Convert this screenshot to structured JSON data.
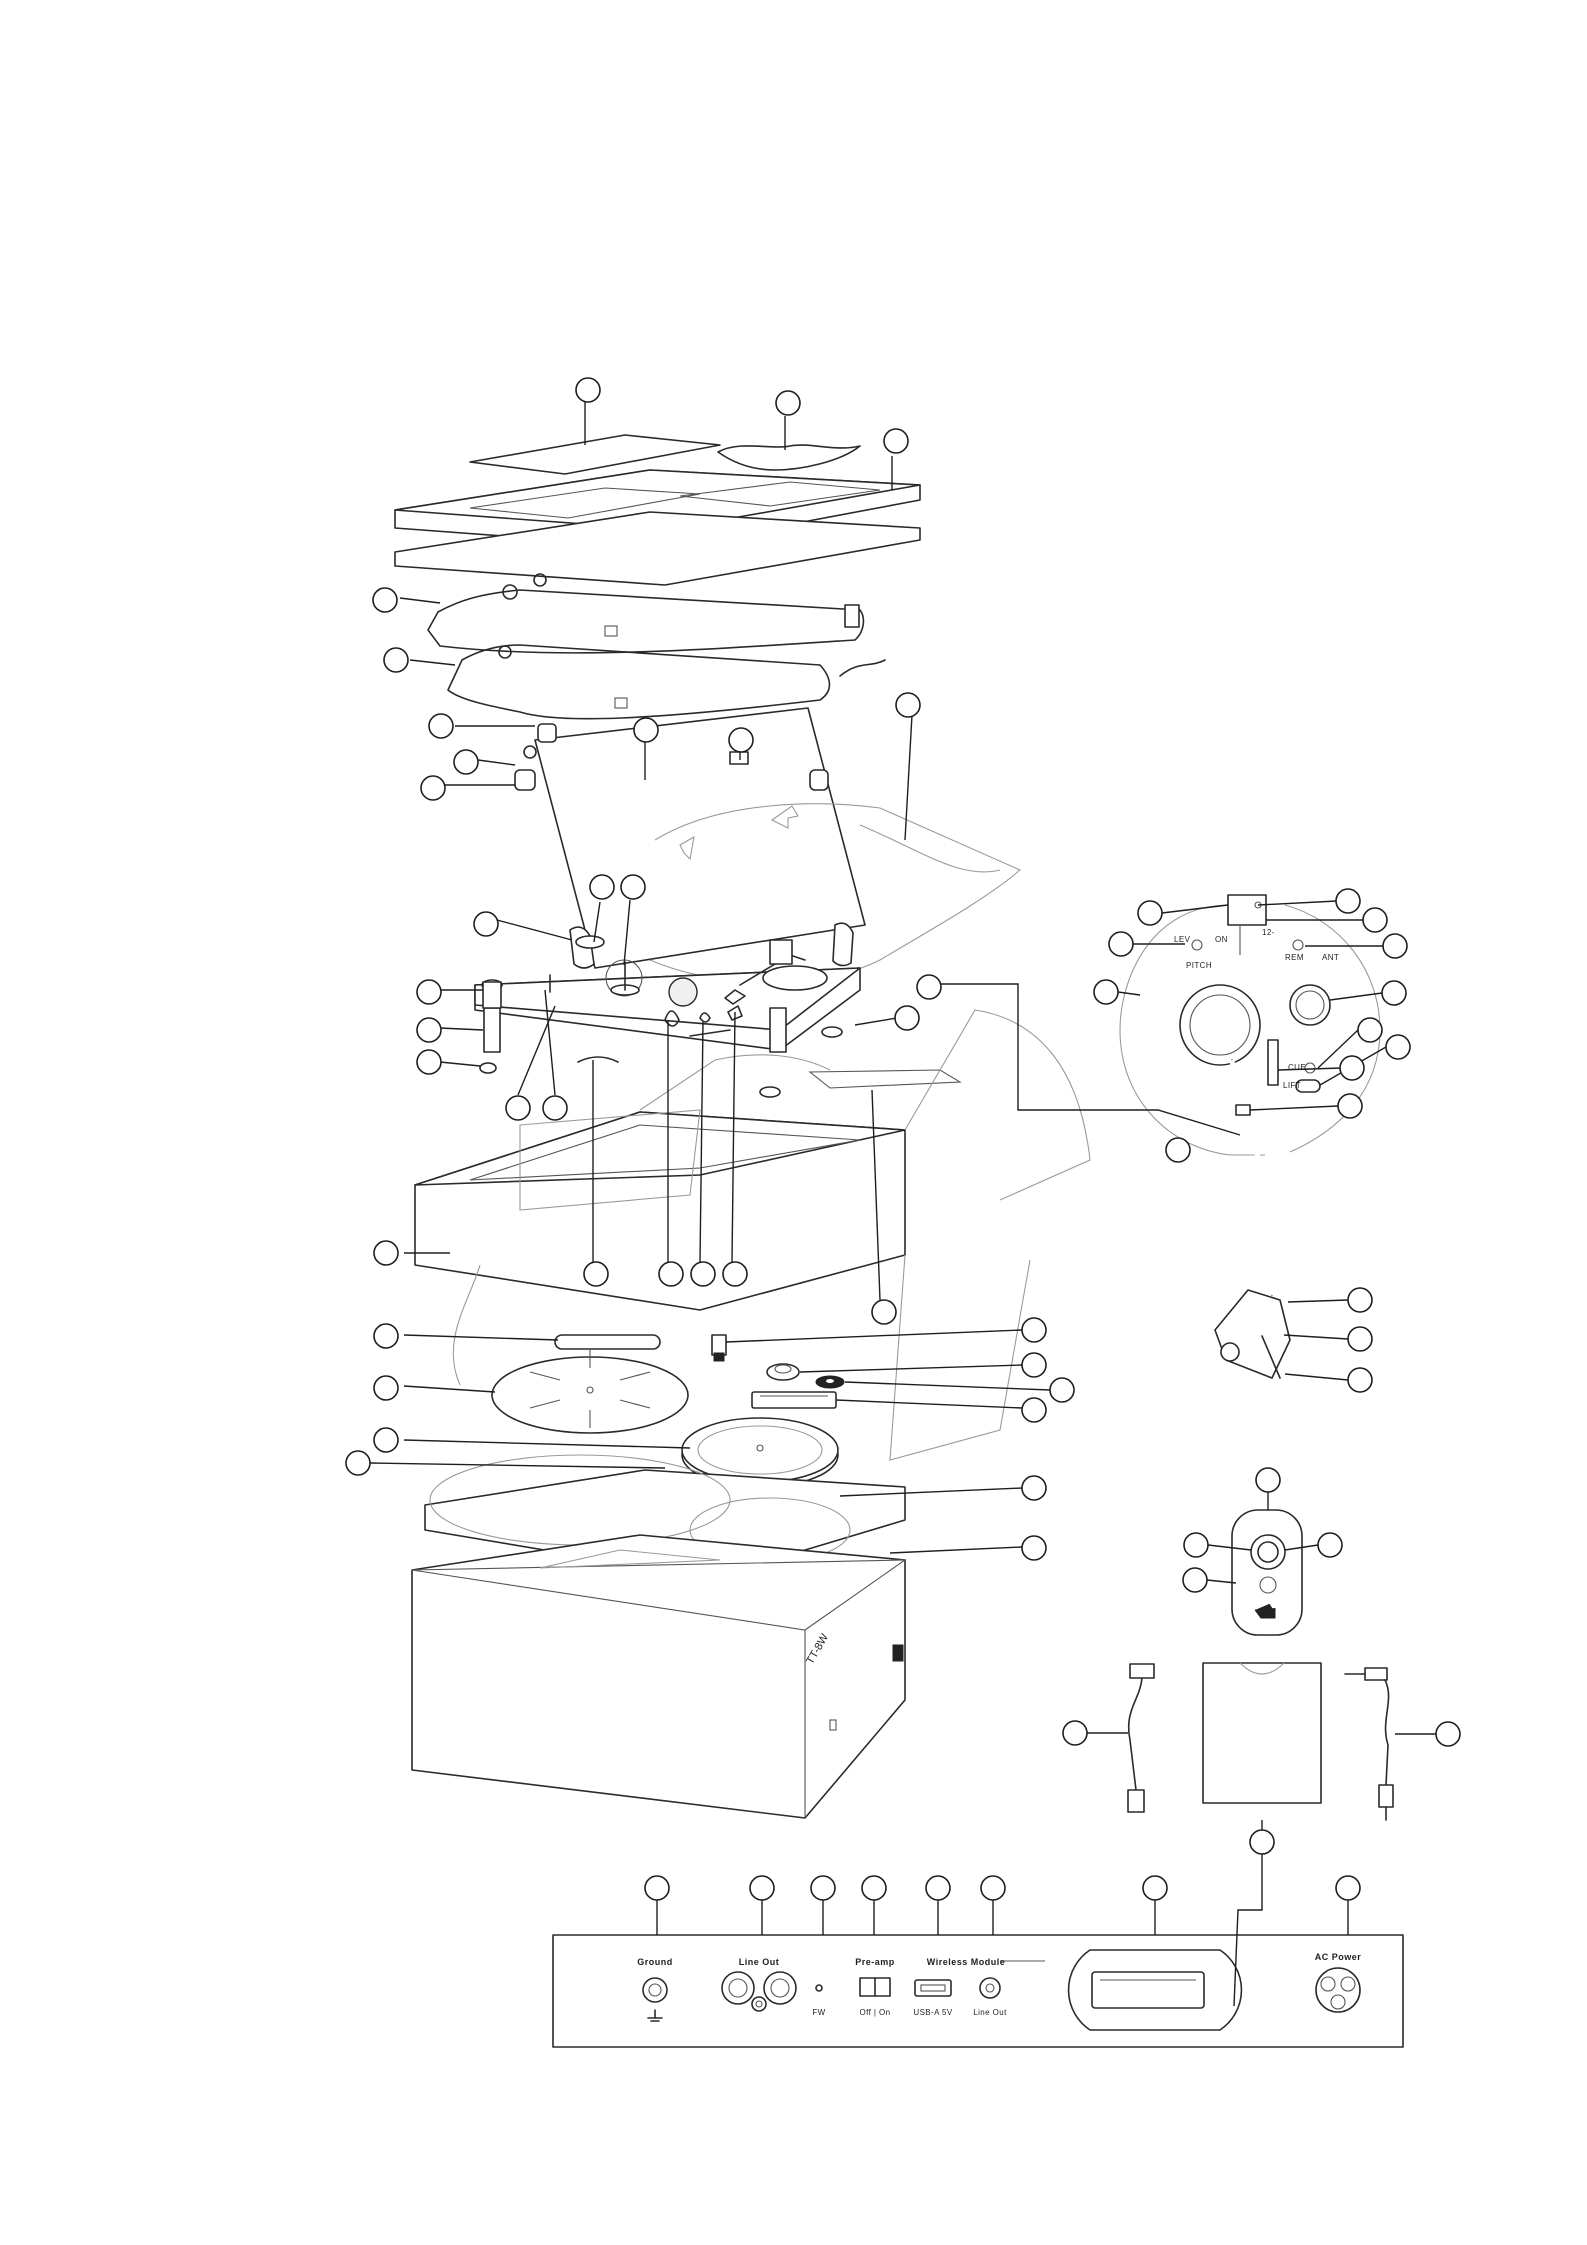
{
  "rear_panel": {
    "ground": "Ground",
    "line_out": "Line Out",
    "fw": "FW",
    "preamp": "Pre-amp",
    "preamp_switch": "Off | On",
    "wireless_module": "Wireless Module",
    "usb": "USB-A 5V",
    "wireless_line_out": "Line Out",
    "ac_power": "AC Power"
  },
  "box_print": "TT-8W",
  "tonearm_detail": {
    "plate_text": [
      "LEV",
      "ON",
      "12-",
      "PITCH",
      "REM",
      "ANT",
      "CUE",
      "LIFT"
    ]
  }
}
